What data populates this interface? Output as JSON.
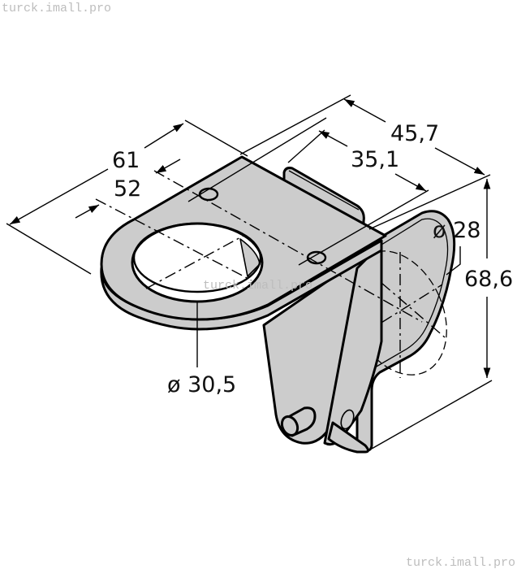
{
  "watermarks": {
    "top_left": "turck.imall.pro",
    "center": "turck.imall.pro",
    "bottom_right": "turck.imall.pro"
  },
  "dimensions": {
    "overall_length": "61",
    "hole_center_distance": "52",
    "overall_width": "45,7",
    "slot_width": "35,1",
    "clamp_diameter": "ø 28",
    "overall_height": "68,6",
    "sensor_hole_diameter": "ø 30,5"
  },
  "colors": {
    "part_fill": "#cccccc",
    "line": "#000000",
    "background": "#ffffff",
    "watermark": "#bdbdbd"
  }
}
